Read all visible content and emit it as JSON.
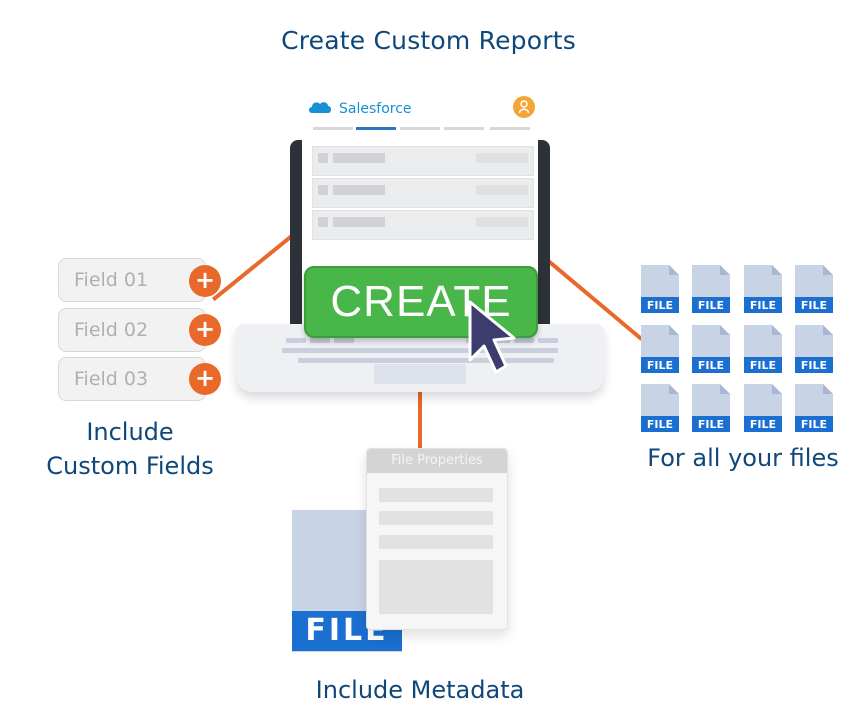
{
  "title": "Create Custom Reports",
  "app": {
    "brand": "Salesforce"
  },
  "create_button": "CREATE",
  "custom_fields": {
    "fields": [
      "Field 01",
      "Field 02",
      "Field 03"
    ],
    "plus_symbol": "+",
    "caption_line1": "Include",
    "caption_line2": "Custom Fields"
  },
  "files": {
    "label": "FILE",
    "grid_rows": 3,
    "grid_cols": 4,
    "caption": "For all your files"
  },
  "metadata": {
    "panel_title": "File Properties",
    "file_label": "FILE",
    "caption": "Include Metadata"
  },
  "colors": {
    "accent_orange": "#e8692a",
    "caption_blue": "#10477a",
    "create_green": "#49b649",
    "file_blue": "#1b6fd1",
    "salesforce_blue": "#1690d6"
  }
}
